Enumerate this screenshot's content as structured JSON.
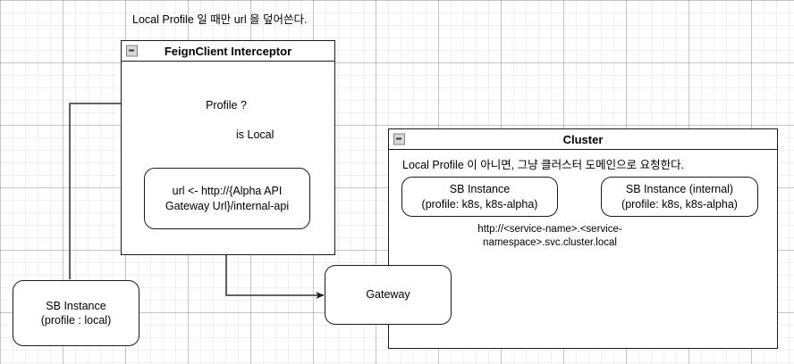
{
  "diagram": {
    "title_note": "Local Profile 일 때만 url 을 덮어쓴다.",
    "frames": [
      {
        "id": "feign",
        "title": "FeignClient Interceptor",
        "collapse_icon": "collapse-minus-icon"
      },
      {
        "id": "cluster",
        "title": "Cluster",
        "collapse_icon": "collapse-minus-icon",
        "note": "Local Profile 이 아니면, 그냥 클러스터 도메인으로 요청한다."
      }
    ],
    "nodes": {
      "decision_profile": "Profile ?",
      "decision_branch_label": "is Local",
      "url_process_line1": "url <- http://{Alpha API",
      "url_process_line2": "Gateway Url}/internal-api",
      "sb_local_line1": "SB Instance",
      "sb_local_line2": "(profile : local)",
      "gateway": "Gateway",
      "sb_k8s_line1": "SB Instance",
      "sb_k8s_line2": "(profile: k8s, k8s-alpha)",
      "sb_internal_line1": "SB Instance (internal)",
      "sb_internal_line2": "(profile: k8s, k8s-alpha)"
    },
    "edge_labels": {
      "cluster_dns_line1": "http://<service-name>.<service-",
      "cluster_dns_line2": "namespace>.svc.cluster.local"
    },
    "colors": {
      "stroke": "#1a1a1a",
      "connector": "#4d4d4d",
      "background": "#ffffff",
      "grid_minor": "#f0f0f0",
      "grid_major": "#d5d5d5"
    }
  }
}
